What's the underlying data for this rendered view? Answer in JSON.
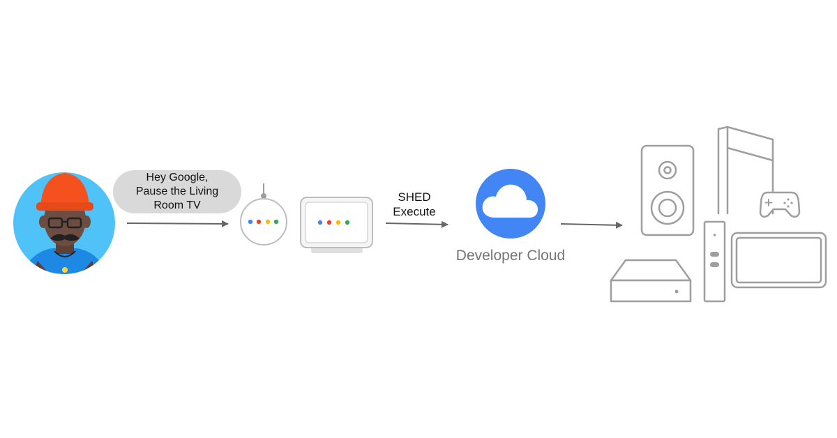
{
  "speech_bubble": {
    "lines": [
      "Hey Google,",
      "Pause the Living",
      "Room TV"
    ]
  },
  "intent_label": {
    "lines": [
      "SHED",
      "Execute"
    ]
  },
  "cloud": {
    "label": "Developer Cloud"
  },
  "icons": [
    "user-avatar-icon",
    "smart-speaker-icon",
    "smart-display-icon",
    "cloud-icon",
    "speaker-icon",
    "game-console-icon",
    "gamepad-icon",
    "set-top-box-icon",
    "streaming-stick-icon",
    "tv-icon"
  ],
  "colors": {
    "google_blue": "#4285F4",
    "google_red": "#EA4335",
    "google_yellow": "#FBBC05",
    "google_green": "#34A853",
    "avatar_background": "#4FC3F7",
    "hard_hat": "#F4511E",
    "arrow": "#666666",
    "device_outline": "#9e9e9e"
  }
}
